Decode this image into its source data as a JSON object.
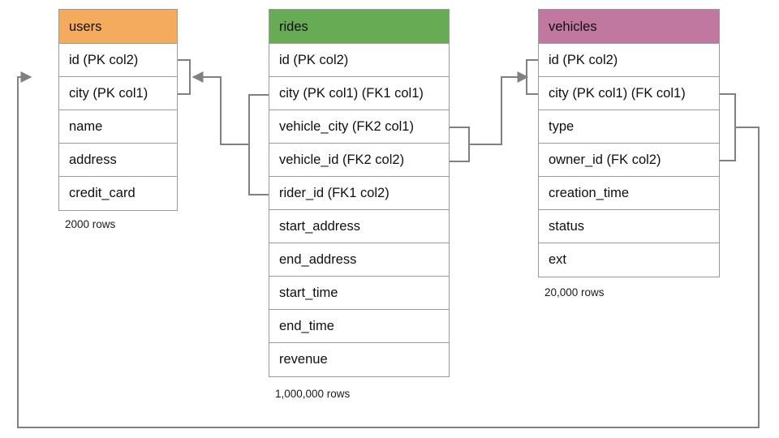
{
  "diagram": {
    "title": "Database schema relationship diagram",
    "background_color": "#ffffff",
    "line_color": "#808080",
    "border_color": "#9a9a9a"
  },
  "tables": {
    "users": {
      "name": "users",
      "header_color": "#f5ab5e",
      "row_count_label": "2000 rows",
      "columns": [
        {
          "label": "id (PK col2)"
        },
        {
          "label": "city (PK col1)"
        },
        {
          "label": "name"
        },
        {
          "label": "address"
        },
        {
          "label": "credit_card"
        }
      ]
    },
    "rides": {
      "name": "rides",
      "header_color": "#67ac55",
      "row_count_label": "1,000,000 rows",
      "columns": [
        {
          "label": "id (PK col2)"
        },
        {
          "label": "city (PK col1) (FK1 col1)"
        },
        {
          "label": "vehicle_city (FK2 col1)"
        },
        {
          "label": "vehicle_id (FK2 col2)"
        },
        {
          "label": "rider_id (FK1 col2)"
        },
        {
          "label": "start_address"
        },
        {
          "label": "end_address"
        },
        {
          "label": "start_time"
        },
        {
          "label": "end_time"
        },
        {
          "label": "revenue"
        }
      ]
    },
    "vehicles": {
      "name": "vehicles",
      "header_color": "#c078a0",
      "row_count_label": "20,000 rows",
      "columns": [
        {
          "label": "id (PK col2)"
        },
        {
          "label": "city (PK col1) (FK col1)"
        },
        {
          "label": "type"
        },
        {
          "label": "owner_id (FK col2)"
        },
        {
          "label": "creation_time"
        },
        {
          "label": "status"
        },
        {
          "label": "ext"
        }
      ]
    }
  },
  "relationships": [
    {
      "name": "rides-rider-to-users",
      "from_table": "rides",
      "from_columns": [
        "city (PK col1) (FK1 col1)",
        "rider_id (FK1 col2)"
      ],
      "to_table": "users",
      "to_columns": [
        "id (PK col2)",
        "city (PK col1)"
      ],
      "direction": "rides-to-users"
    },
    {
      "name": "rides-vehicle-to-vehicles",
      "from_table": "rides",
      "from_columns": [
        "vehicle_city (FK2 col1)",
        "vehicle_id (FK2 col2)"
      ],
      "to_table": "vehicles",
      "to_columns": [
        "id (PK col2)",
        "city (PK col1) (FK col1)"
      ],
      "direction": "rides-to-vehicles"
    },
    {
      "name": "vehicles-owner-to-users",
      "from_table": "vehicles",
      "from_columns": [
        "city (PK col1) (FK col1)",
        "owner_id (FK col2)"
      ],
      "to_table": "users",
      "to_columns": [
        "id (PK col2)",
        "city (PK col1)"
      ],
      "direction": "vehicles-to-users"
    }
  ]
}
